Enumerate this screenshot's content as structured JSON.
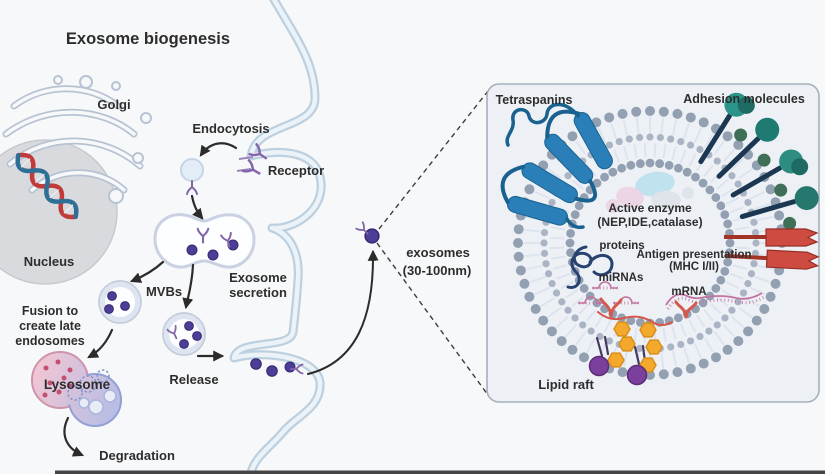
{
  "title": "Exosome biogenesis",
  "cell": {
    "golgi": "Golgi",
    "nucleus": "Nucleus",
    "endocytosis": "Endocytosis",
    "receptor": "Receptor",
    "mvbs": "MVBs",
    "fusion_line1": "Fusion to",
    "fusion_line2": "create late",
    "fusion_line3": "endosomes",
    "lysosome": "Lysosome",
    "release": "Release",
    "degradation": "Degradation",
    "secretion_line1": "Exosome",
    "secretion_line2": "secretion"
  },
  "exosomes_label": {
    "line1": "exosomes",
    "line2": "(30-100nm)"
  },
  "panel": {
    "tetraspanins": "Tetraspanins",
    "adhesion_molecules": "Adhesion molecules",
    "active_enzyme_line1": "Active enzyme",
    "active_enzyme_line2": "(NEP,IDE,catalase)",
    "proteins": "proteins",
    "antigen_line1": "Antigen presentation",
    "antigen_line2": "(MHC I/II)",
    "mirnas": "miRNAs",
    "mrna": "mRNA",
    "lipid_raft": "Lipid raft"
  },
  "colors": {
    "background": "#f7f8f9",
    "panel_fill": "#edf1f6",
    "panel_border": "#a6afbc",
    "membrane_blue": "#bcd0df",
    "membrane_inner": "#ebf3f8",
    "membrane_dot": "#93a0b2",
    "membrane_tail": "#dde4ee",
    "exosome_purple": "#4c3d96",
    "receptor_purple": "#8464aa",
    "tetraspanin": "#2b7fb8",
    "tetraspanin_outline": "#19628f",
    "adhesion_stalk": "#1c3752",
    "adhesion_teal": [
      "#2a948a",
      "#1f7b72",
      "#2e8d80",
      "#26776d"
    ],
    "mhc_red": "#cd4b40",
    "rna_pink": "#c2739f",
    "red_anchor": "#d5584c",
    "raft_orange": "#f4a92d",
    "raft_purple": "#7b3f9d",
    "lysosome_pink": "#f2c6d3",
    "lysosome_blue": "#b5bde6",
    "dna_red": "#c23b3b",
    "dna_blue": "#2f6f95",
    "arrow": "#2b2b2b",
    "text": "#2d2d2d"
  }
}
